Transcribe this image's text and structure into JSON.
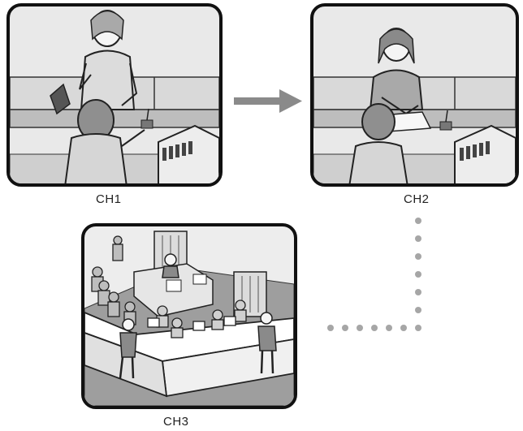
{
  "panels": [
    {
      "caption": "CH1"
    },
    {
      "caption": "CH2"
    },
    {
      "caption": "CH3"
    }
  ],
  "colors": {
    "frame": "#111111",
    "scene_bg": "#e9e9e9",
    "counter": "#bdbdbd",
    "floor": "#9e9e9e",
    "arrow": "#8a8a8a",
    "dots": "#a6a6a6"
  }
}
